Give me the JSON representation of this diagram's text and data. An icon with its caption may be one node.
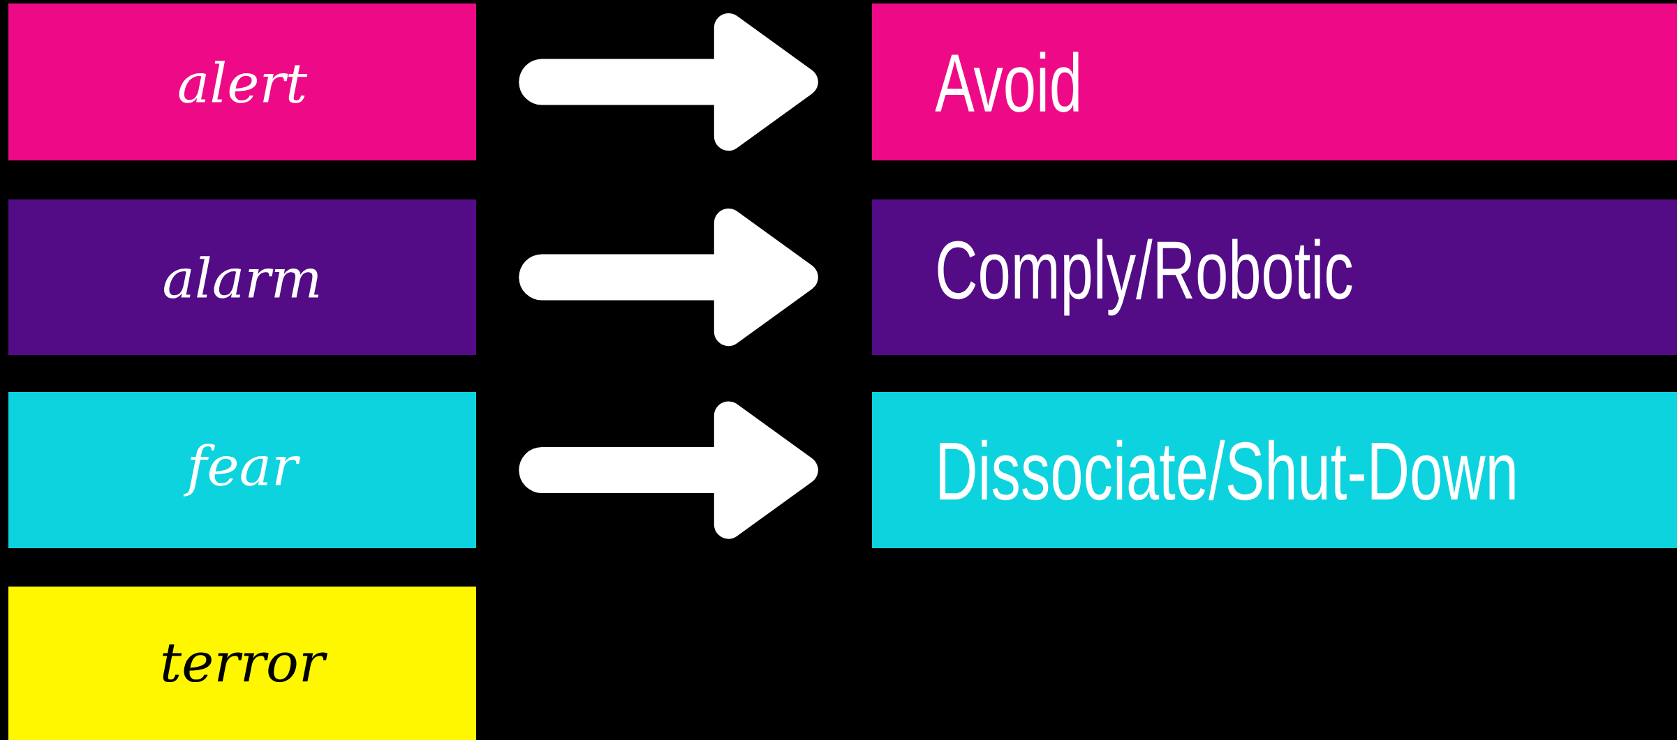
{
  "diagram": {
    "nodes": [
      {
        "text": [
          "alert"
        ]
      },
      {
        "text": [
          "Avoid"
        ]
      },
      {
        "text": [
          "alarm"
        ]
      },
      {
        "text": [
          "Comply/Robotic"
        ]
      },
      {
        "text": [
          "fear"
        ]
      },
      {
        "text": [
          "Dissociate/Shut-Down"
        ]
      },
      {
        "text": [
          "terror"
        ]
      }
    ],
    "edges": [
      {
        "from": 0,
        "to": 1,
        "arrow": "to"
      },
      {
        "from": 2,
        "to": 3,
        "arrow": "to"
      },
      {
        "from": 4,
        "to": 5,
        "arrow": "to"
      }
    ]
  }
}
